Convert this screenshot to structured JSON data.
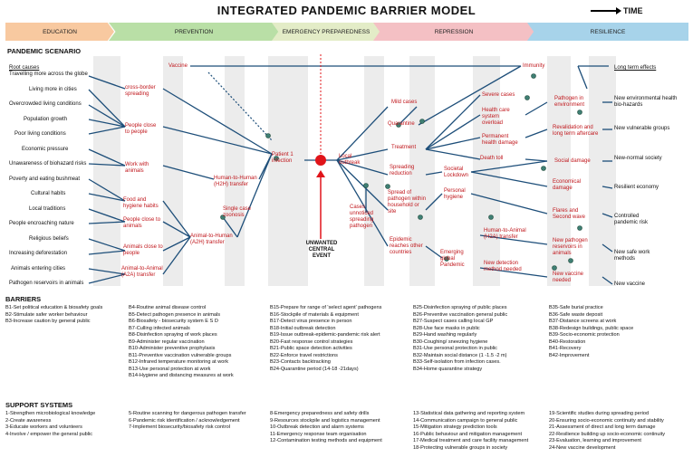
{
  "title": "INTEGRATED PANDEMIC BARRIER MODEL",
  "time_label": "TIME",
  "phases": [
    {
      "label": "EDUCATION",
      "color": "#f8c9a0"
    },
    {
      "label": "PREVENTION",
      "color": "#b9dfa6"
    },
    {
      "label": "EMERGENCY PREPAREDNESS",
      "color": "#e3ecc7"
    },
    {
      "label": "REPRESSION",
      "color": "#f4c0c4"
    },
    {
      "label": "RESILIENCE",
      "color": "#a7d3ea"
    }
  ],
  "scenario_heading": "PANDEMIC SCENARIO",
  "root_causes_heading": "Root causes",
  "root_causes": [
    "Travelling more across the globe",
    "Living more in cities",
    "Overcrowded living conditions",
    "Population growth",
    "Poor living conditions",
    "Economic pressure",
    "Unawareness of biohazard risks",
    "Poverty and eating bushmeat",
    "Cultural habits",
    "Local traditions",
    "People encroaching nature",
    "Religious beliefs",
    "Increasing deforestation",
    "Animals entering cities",
    "Pathogen reservoirs in animals"
  ],
  "scenario_nodes": {
    "vaccine": "Vaccine",
    "cross_border": "cross-border spreading",
    "people_close": "People close to people",
    "work_animals": "Work with animals",
    "food_hygiene": "Food and hygiene habits",
    "people_close_animals": "People close to animals",
    "animals_close_people": "Animals close to people",
    "a2a": "Animal-to-Animal (A2A) transfer",
    "a2h": "Animal-to-Human (A2H) transfer",
    "single_case": "Single case zoonosis",
    "h2h": "Human-to-Human (H2H) transfer",
    "patient1": "Patient 1 infection",
    "central_event": "UNWANTED CENTRAL EVENT",
    "local_outbreak": "Local outbreak",
    "cases_unnoticed": "Cases unnoticed spreading pathogen",
    "mild_cases": "Mild cases",
    "quarantine": "Quarantine",
    "treatment": "Treatment",
    "spreading_reduction": "Spreading reduction",
    "spread_household": "Spread of pathogen within household or site",
    "epidemic": "Epidemic reaches other countries",
    "emerging": "Emerging global Pandemic",
    "immunity": "Immunity",
    "severe_cases": "Severe cases",
    "hc_overload": "Health care system overload",
    "perm_damage": "Permanent health damage",
    "death_toll": "Death toll",
    "societal_lockdown": "Societal Lockdown",
    "personal_hygiene": "Personal hygiene",
    "h2a": "Human-to-Animal (H2A) transfer",
    "new_detection": "New detection method needed",
    "pathogen_env": "Pathogen in environment",
    "revalidation": "Revalidation and long term aftercare",
    "social_damage": "Social damage",
    "economical_damage": "Economical damage",
    "flares": "Flares and Second wave",
    "new_reservoirs": "New pathogen reservoirs in animals",
    "new_vaccine": "New vaccine needed"
  },
  "long_term_heading": "Long term effects",
  "long_term_effects": [
    "New environmental health bio-hazards",
    "New vulnerable groups",
    "New-normal society",
    "Resilient economy",
    "Controlled pandemic risk",
    "New safe work methods",
    "New vaccine"
  ],
  "barriers_heading": "BARRIERS",
  "barriers_columns": [
    [
      "B1-Set political education & biosafety goals",
      "B2-Stimulate safer worker behaviour",
      "B3-Increase caution by general public"
    ],
    [
      "B4-Routine animal disease control",
      "B5-Detect pathogen presence in animals",
      "B6-Biosafety - biosecurity system E S D",
      "B7-Culling infected animals",
      "B8-Disinfection spraying of work places",
      "B9-Administer regular vaccination",
      "B10-Administer preventive prophylaxis",
      "B11-Preventive vaccination vulnerable groups",
      "B12-Infrared temperature monitoring at work",
      "B13-Use personal protection at work",
      "B14-Hygiene and distancing measures at work"
    ],
    [
      "B15-Prepare for range of 'select agent' pathogens",
      "B16-Stockpile of materials & equipment",
      "B17-Detect virus presence in person",
      "B18-Initial outbreak detection",
      "B19-Issue outbreak-epidemic-pandemic risk alert",
      "B20-Fast response control strategies",
      "B21-Public space detection activities",
      "B22-Enforce travel restrictions",
      "B23-Contacts backtracking",
      "B24-Quarantine period (14-18 -21days)"
    ],
    [
      "B25-Disinfection spraying of public places",
      "B26-Preventive vaccination general public",
      "B27-Suspect cases calling local GP",
      "B28-Use face masks in public",
      "B29-Hand washing regularly",
      "B30-Coughing/ sneezing hygiene",
      "B31-Use personal protection in public",
      "B32-Maintain social distance (1 -1.5 -2 m)",
      "B33-Self-isolation from infection cases.",
      "B34-Home quarantine strategy"
    ],
    [
      "B35-Safe burial practice",
      "B36-Safe waste deposit",
      "B37-Distance screens at work",
      "B38-Redesign buildings, public space",
      "B39-Socio-economic protection",
      "B40-Restoration",
      "B41-Recovery",
      "B42-Improvement"
    ]
  ],
  "support_heading": "SUPPORT SYSTEMS",
  "support_columns": [
    [
      "1-Strengthen microbiological knowledge",
      "2-Create awareness",
      "3-Educate workers and volunteers",
      "4-Involve / empower the general public"
    ],
    [
      "5-Routine scanning for dangerous pathogen transfer",
      "6-Pandemic risk identification / acknowledgement",
      "7-Implement biosecurity/biosafety risk control"
    ],
    [
      "8-Emergency preparedness and safety drills",
      "9-Resources stockpile and logistics management",
      "10-Outbreak detection and alarm systems",
      "11-Emergency response team organisation",
      "12-Contamination testing methods and equipment"
    ],
    [
      "13-Statistical data gathering and reporting system",
      "14-Communication campaign to general public",
      "15-Mitigation strategy prediction tools",
      "16-Public behaviour and mitigation management",
      "17-Medical treatment and care facility management",
      "18-Protecting vulnerable groups in society"
    ],
    [
      "19-Scientific studies during spreading period",
      "20-Ensuring socio-economic continuity and stability",
      "21-Assessment of direct and long term damage",
      "22-Resilience building up socio-economic continuity",
      "23-Evaluation, learning and improvement",
      "24-New vaccine development"
    ]
  ],
  "colors": {
    "node_red": "#c0171c",
    "line_blue": "#1d4e79",
    "barrier_grey": "#ececec",
    "event_red": "#e0141a"
  }
}
